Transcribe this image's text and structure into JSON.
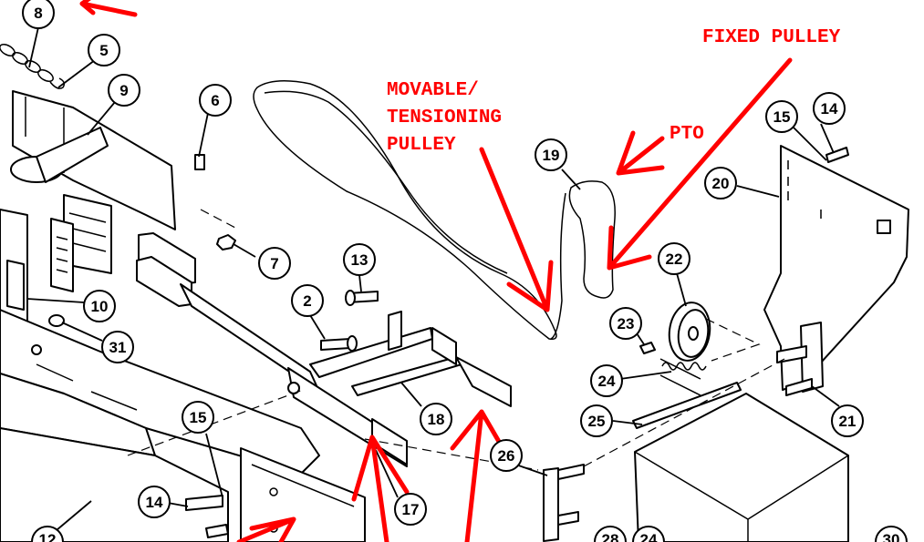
{
  "callouts": {
    "fixed_pulley": "FIXED PULLEY",
    "movable_line1": "MOVABLE/",
    "movable_line2": "TENSIONING",
    "movable_line3": "PULLEY",
    "pto": "PTO"
  },
  "part_numbers": {
    "p8": "8",
    "p5": "5",
    "p9": "9",
    "p6": "6",
    "p7": "7",
    "p10": "10",
    "p31": "31",
    "p2": "2",
    "p13": "13",
    "p19": "19",
    "p14a": "14",
    "p15a": "15",
    "p20": "20",
    "p22": "22",
    "p23": "23",
    "p24": "24",
    "p25": "25",
    "p26": "26",
    "p18": "18",
    "p17": "17",
    "p15b": "15",
    "p14b": "14",
    "p21": "21",
    "p12": "12",
    "p28": "28",
    "p24b": "24",
    "p30": "30"
  },
  "colors": {
    "callout": "#ff0000",
    "line": "#000000",
    "background": "#ffffff"
  }
}
